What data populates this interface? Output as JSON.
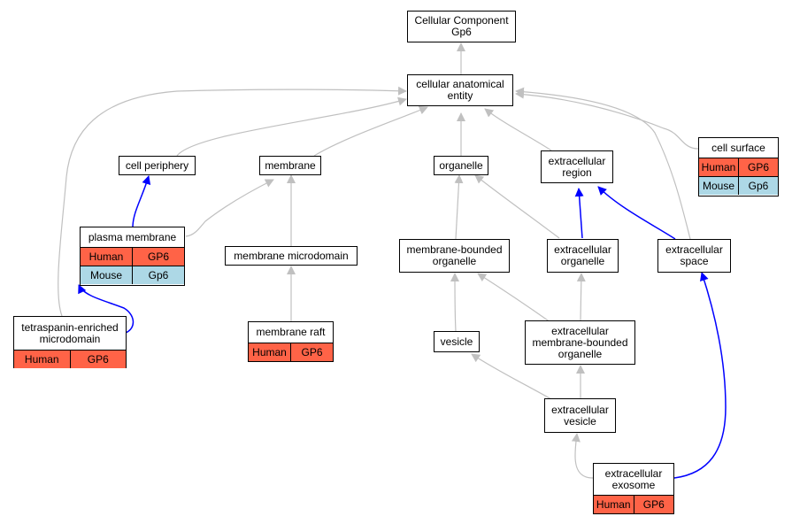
{
  "colors": {
    "human": "#ff6347",
    "mouse": "#add8e6",
    "is_a_edge": "#c0c0c0",
    "part_of_edge": "#0000ff"
  },
  "nodes": {
    "root": {
      "label": "Cellular Component\nGp6"
    },
    "cae": {
      "label": "cellular anatomical\nentity"
    },
    "cell_periphery": {
      "label": "cell periphery"
    },
    "membrane": {
      "label": "membrane"
    },
    "organelle": {
      "label": "organelle"
    },
    "extracellular_region": {
      "label": "extracellular\nregion"
    },
    "cell_surface": {
      "label": "cell surface",
      "rows": [
        {
          "species": "Human",
          "gene": "GP6"
        },
        {
          "species": "Mouse",
          "gene": "Gp6"
        }
      ]
    },
    "plasma_membrane": {
      "label": "plasma membrane",
      "rows": [
        {
          "species": "Human",
          "gene": "GP6"
        },
        {
          "species": "Mouse",
          "gene": "Gp6"
        }
      ]
    },
    "membrane_microdomain": {
      "label": "membrane microdomain"
    },
    "membrane_bounded_organelle": {
      "label": "membrane-bounded\norganelle"
    },
    "extracellular_organelle": {
      "label": "extracellular\norganelle"
    },
    "extracellular_space": {
      "label": "extracellular\nspace"
    },
    "tetraspanin": {
      "label": "tetraspanin-enriched\nmicrodomain",
      "rows": [
        {
          "species": "Human",
          "gene": "GP6"
        }
      ]
    },
    "membrane_raft": {
      "label": "membrane raft",
      "rows": [
        {
          "species": "Human",
          "gene": "GP6"
        }
      ]
    },
    "vesicle": {
      "label": "vesicle"
    },
    "ec_mbo": {
      "label": "extracellular\nmembrane-bounded\norganelle"
    },
    "ec_vesicle": {
      "label": "extracellular\nvesicle"
    },
    "ec_exosome": {
      "label": "extracellular\nexosome",
      "rows": [
        {
          "species": "Human",
          "gene": "GP6"
        }
      ]
    }
  }
}
